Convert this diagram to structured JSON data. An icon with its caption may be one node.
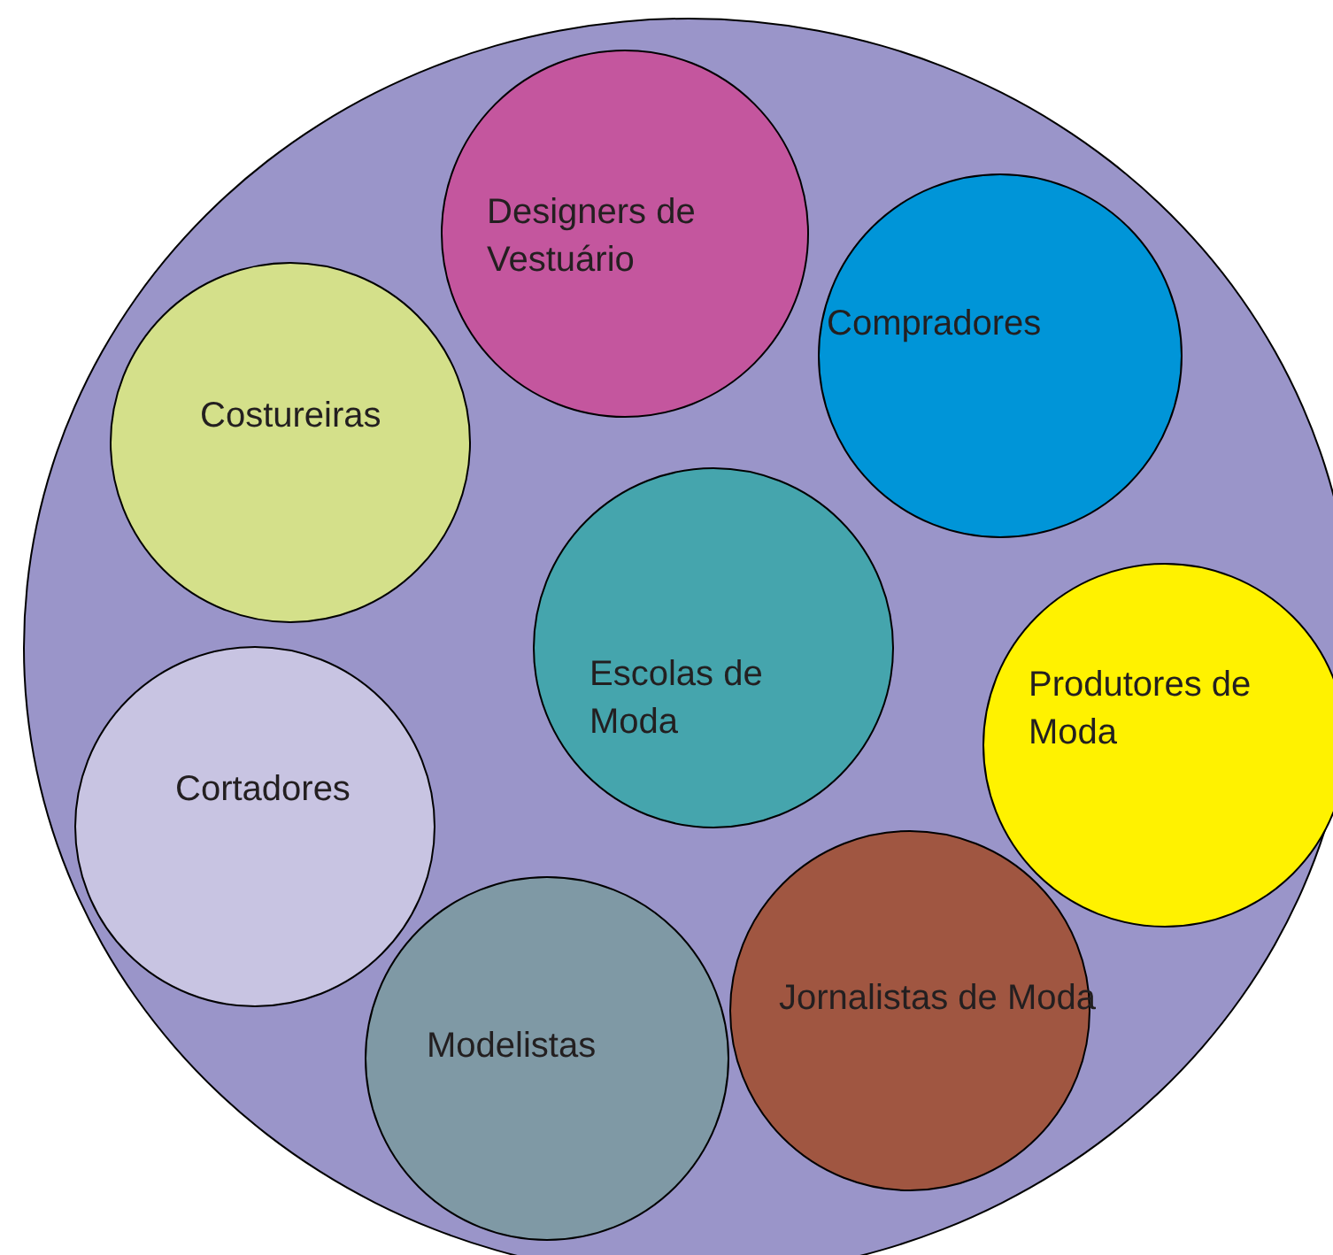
{
  "diagram": {
    "nodes": [
      {
        "text": [],
        "shape": "ellipse"
      },
      {
        "text": [
          "Designers de Vestuário"
        ],
        "in": 0
      },
      {
        "text": [
          "Compradores"
        ],
        "in": 0
      },
      {
        "text": [
          "Costureiras"
        ],
        "in": 0
      },
      {
        "text": [
          "Escolas de Moda"
        ],
        "in": 0
      },
      {
        "text": [
          "Produtores de Moda"
        ],
        "in": 0
      },
      {
        "text": [
          "Cortadores"
        ],
        "in": 0
      },
      {
        "text": [
          "Jornalistas de Moda"
        ],
        "in": 0
      },
      {
        "text": [
          "Modelistas"
        ],
        "in": 0
      }
    ]
  }
}
